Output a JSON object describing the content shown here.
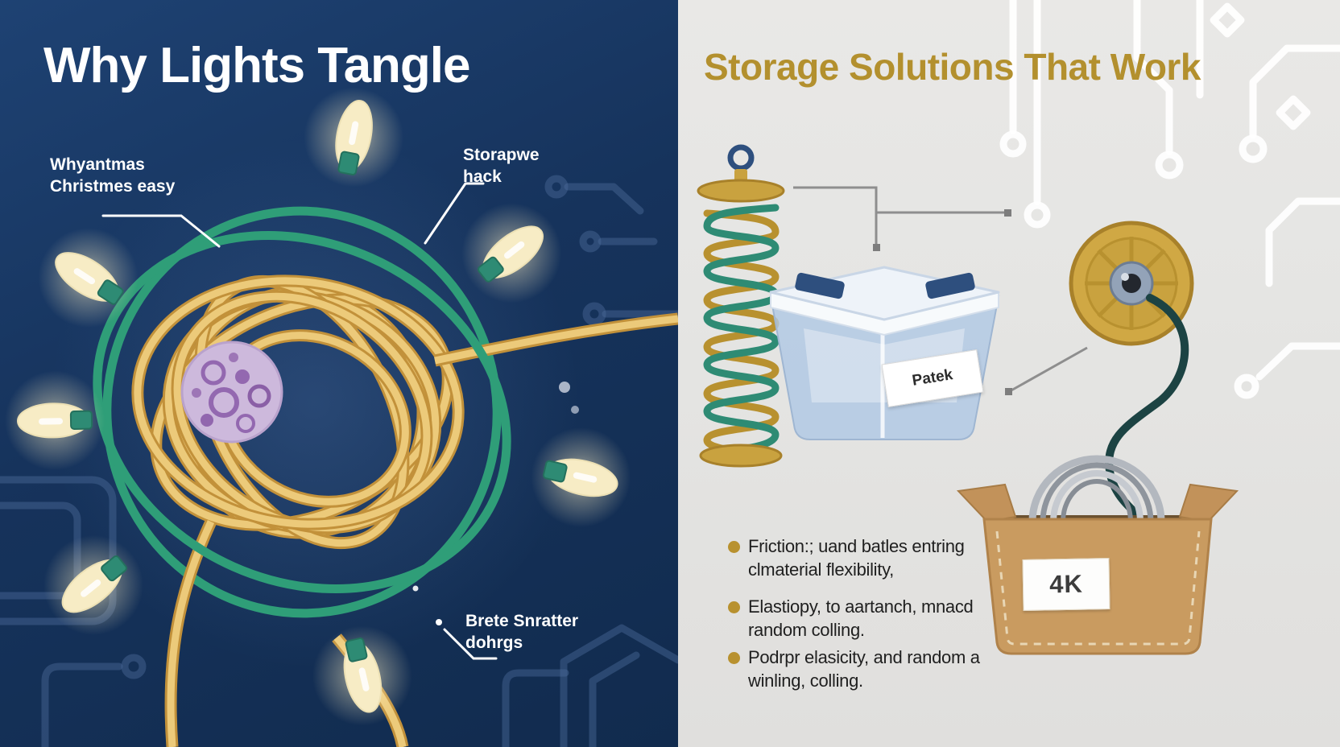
{
  "left_panel": {
    "title": "Why Lights Tangle",
    "callouts": [
      {
        "id": "top-left",
        "line1": "Whyantmas",
        "line2": "Christmes easy"
      },
      {
        "id": "top-right",
        "line1": "Storapwe",
        "line2": "hack"
      },
      {
        "id": "bottom",
        "line1": "Brete Snratter",
        "line2": "dohrgs"
      }
    ]
  },
  "right_panel": {
    "title": "Storage Solutions That Work",
    "bin_label": "Patek",
    "box_label": "4K",
    "bullets": [
      {
        "line1": "Friction:; uand batles entring",
        "line2": "clmaterial flexibility,"
      },
      {
        "line1": "Elastiopy, to aartanch, mnacd",
        "line2": "random colling."
      },
      {
        "line1": "Podrpr elasicity, and random a",
        "line2": "winling, colling."
      }
    ]
  },
  "icons": [
    "tangled-lights-illustration",
    "light-bulb-icon",
    "purple-core-icon",
    "spring-hanger-icon",
    "storage-bin-icon",
    "cable-reel-icon",
    "cardboard-box-icon",
    "circuit-trace-decoration"
  ],
  "colors": {
    "left_background": "#16335c",
    "title_white": "#ffffff",
    "cable_gold": "#ecca7a",
    "cable_green": "#2f9e78",
    "bulb_glass": "#f7ecc5",
    "socket_green": "#2e8b74",
    "core_purple": "#cdb9dc",
    "right_background": "#e5e5e3",
    "right_title_gold": "#b3902e",
    "bullet_gold": "#b8912f",
    "clip_navy": "#2e4f7e",
    "reel_gold": "#d0a844",
    "box_tan": "#c99b60",
    "cable_teal": "#1c4343",
    "trace_blue": "#4c6b9a",
    "text_dark": "#1f1f1f"
  }
}
